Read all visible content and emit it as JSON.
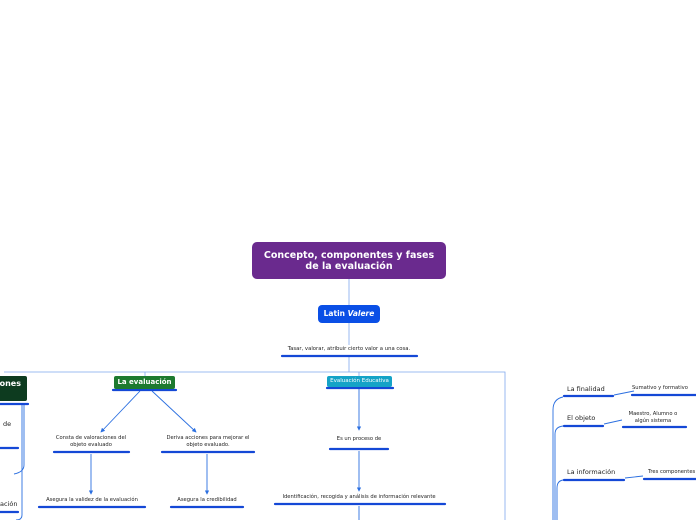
{
  "diagram": {
    "root_title": "Concepto, componentes y fases de la evaluación",
    "latin": {
      "prefix": "Latin ",
      "word": "Valere"
    },
    "definition": "Tasar, valorar, atribuir cierto valor a una cosa.",
    "left_branch": {
      "title": "La evaluación",
      "children": [
        {
          "text": "Consta de valoraciones del objeto evaluado",
          "child": "Asegura la validez de la evaluación"
        },
        {
          "text": "Deriva acciones para mejorar el objeto evaluado.",
          "child": "Asegura la credibilidad"
        }
      ]
    },
    "center_branch": {
      "title": "Evaluación Educativa",
      "children": [
        {
          "text": "Es un proceso de",
          "child": "Identificación, recogida y análisis de información relevante"
        }
      ]
    },
    "far_left": {
      "title_fragment": "ones",
      "items": [
        "de",
        "ación"
      ]
    },
    "right_panel": {
      "items": [
        {
          "label": "La finalidad",
          "value": "Sumativo y formativo"
        },
        {
          "label": "El objeto",
          "value": "Maestro, Alumno o algún sistema"
        },
        {
          "label": "La información",
          "value": "Tres componentes"
        }
      ]
    },
    "colors": {
      "root": "#6a2a8e",
      "latin": "#0a4fe6",
      "green": "#1d7a2f",
      "teal": "#14a3c7",
      "dark": "#0d3b1f",
      "connector": "#2b6fe0",
      "underline": "#1448d6"
    }
  }
}
